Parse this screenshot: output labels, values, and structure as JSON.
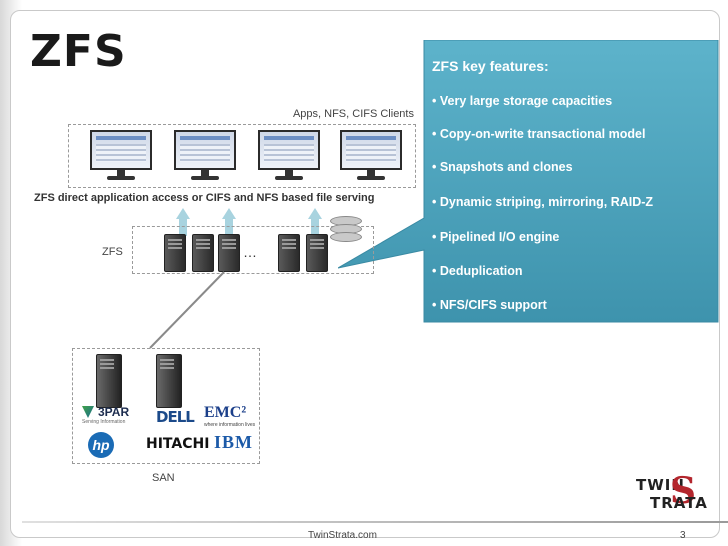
{
  "slide": {
    "title": "ZFS",
    "footer_text": "TwinStrata.com",
    "page_number": "3",
    "accent_color": "#4aa3bd"
  },
  "diagram": {
    "clients_label": "Apps, NFS, CIFS Clients",
    "access_text": "ZFS direct application access or CIFS and NFS based file serving",
    "zfs_label": "ZFS",
    "ellipsis": "…",
    "san_label": "SAN",
    "vendor_logos": {
      "threepar": "3PAR",
      "threepar_tagline": "Serving Information",
      "dell": "DELL",
      "emc": "EMC²",
      "emc_tagline": "where information lives",
      "hp": "hp",
      "hitachi": "HITACHI",
      "ibm": "IBM"
    }
  },
  "features": {
    "title": "ZFS key features:",
    "items": [
      "• Very large storage capacities",
      "• Copy-on-write transactional model",
      "• Snapshots and clones",
      "• Dynamic striping, mirroring, RAID-Z",
      "• Pipelined I/O engine",
      "• Deduplication",
      "• NFS/CIFS support"
    ]
  },
  "brand_logo": {
    "line1": "TWIN",
    "line2": "TRATA",
    "letter": "S"
  }
}
